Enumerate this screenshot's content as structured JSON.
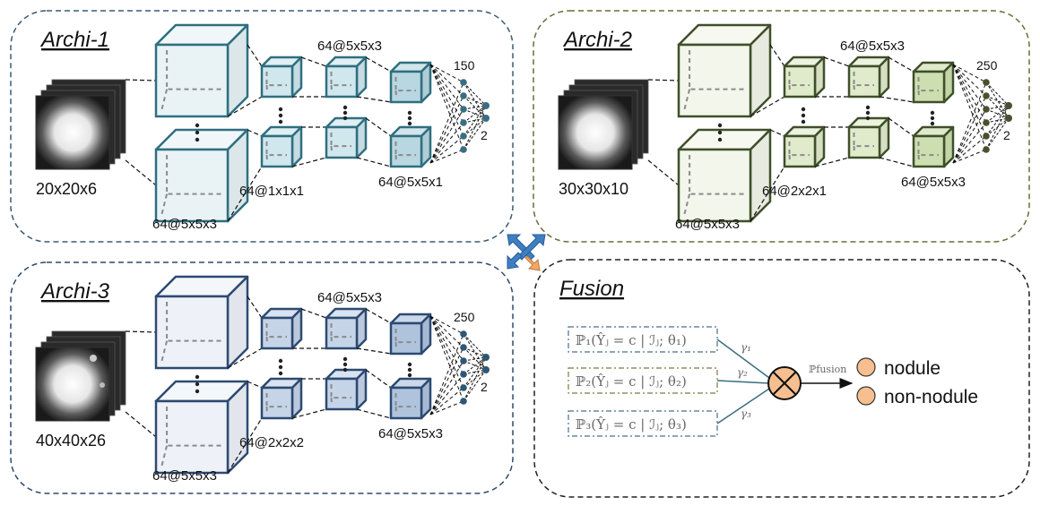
{
  "panels": [
    {
      "title": "Archi-1",
      "border_color": "#3b5a73",
      "input_size": "20x20x6",
      "layer1_label": "64@5x5x3",
      "layer2_label": "64@1x1x1",
      "layer3_label_top": "64@5x5x3",
      "layer3_label_bottom": "64@5x5x1",
      "fc_label": "150",
      "out_label": "2",
      "colors": {
        "big": "#e9f3f6",
        "mid": "#d0e7ee",
        "small": "#b9d7e0",
        "edge": "#2f6f80",
        "node": "#3a6d80"
      }
    },
    {
      "title": "Archi-2",
      "border_color": "#6b6b3a",
      "input_size": "30x30x10",
      "layer1_label": "64@5x5x3",
      "layer2_label": "64@2x2x1",
      "layer3_label_top": "64@5x5x3",
      "layer3_label_bottom": "64@5x5x3",
      "fc_label": "250",
      "out_label": "2",
      "colors": {
        "big": "#f3f6ea",
        "mid": "#e0ebcc",
        "small": "#cddfb0",
        "edge": "#3f4f2a",
        "node": "#4a4f30"
      }
    },
    {
      "title": "Archi-3",
      "border_color": "#2f4a6b",
      "input_size": "40x40x26",
      "layer1_label": "64@5x5x3",
      "layer2_label": "64@2x2x2",
      "layer3_label_top": "64@5x5x3",
      "layer3_label_bottom": "64@5x5x3",
      "fc_label": "250",
      "out_label": "2",
      "colors": {
        "big": "#eef2f8",
        "mid": "#c6d4e8",
        "small": "#b0c3dd",
        "edge": "#2c4a72",
        "node": "#2f5674"
      }
    }
  ],
  "fusion": {
    "title": "Fusion",
    "prob1": "ℙ₁(Ŷⱼ = c | ℐⱼ; θ₁)",
    "prob2": "ℙ₂(Ŷⱼ = c | ℐⱼ; θ₂)",
    "prob3": "ℙ₃(Ŷⱼ = c | ℐⱼ; θ₃)",
    "gamma1": "γ₁",
    "gamma2": "γ₂",
    "gamma3": "γ₃",
    "fusion_label": "ℙfusion",
    "class1": "nodule",
    "class2": "non-nodule",
    "box_colors": [
      "#4a6f8a",
      "#7a7a40",
      "#4a6f8a"
    ],
    "circle_color": "#f7bf8f"
  },
  "center_icon": "exchange-arrows-icon"
}
